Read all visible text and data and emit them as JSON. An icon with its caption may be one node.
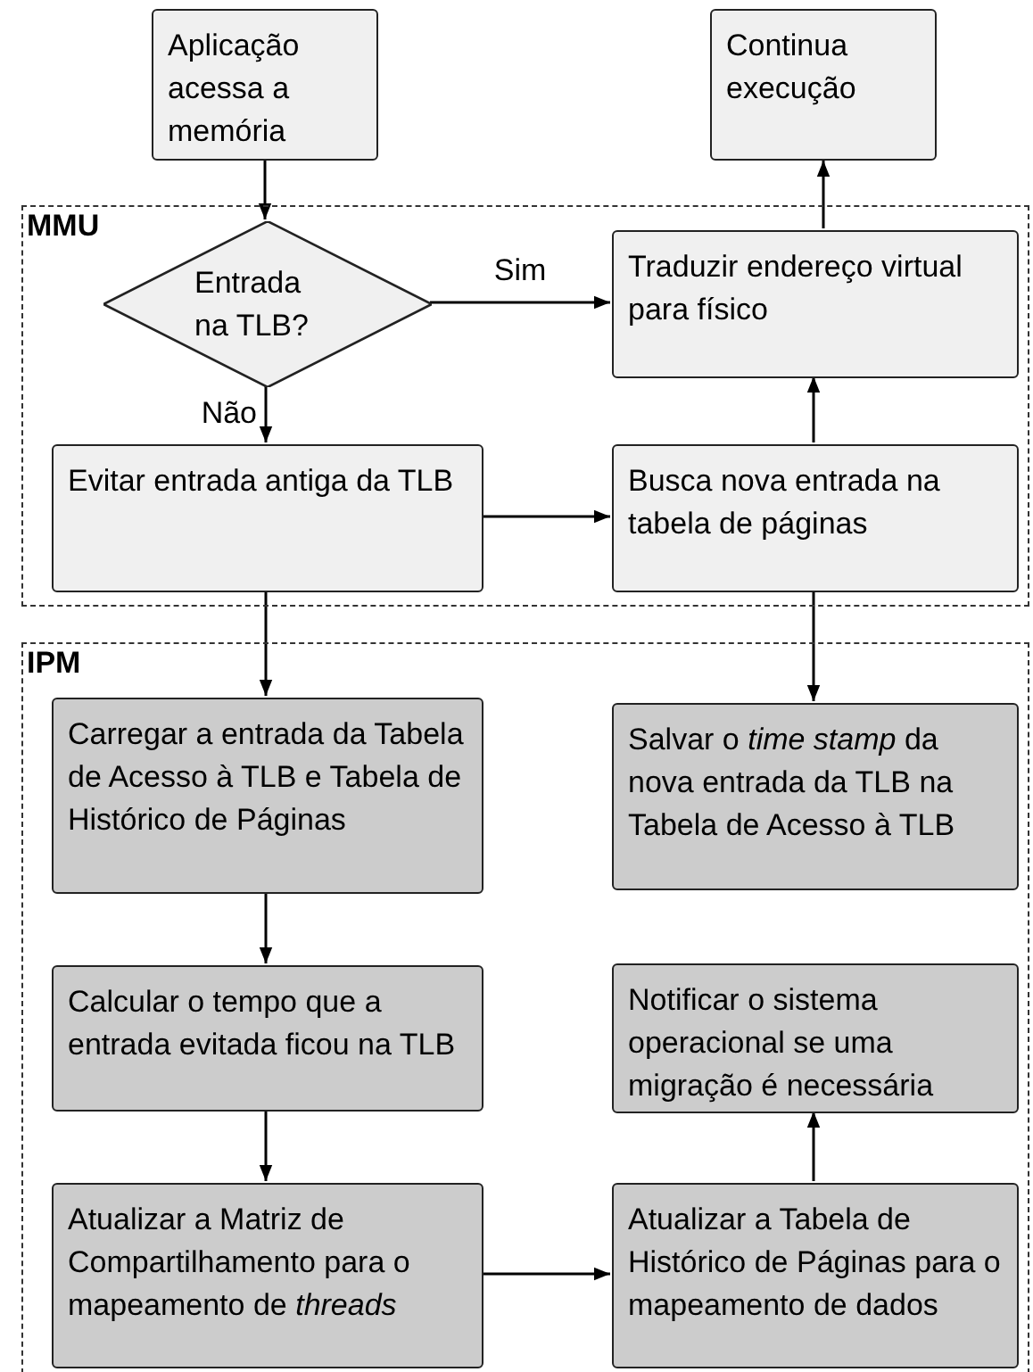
{
  "diagram": {
    "nodes": [
      {
        "text": [
          "Aplicação acessa a memória"
        ]
      },
      {
        "text": [
          "Continua execução"
        ]
      },
      {
        "text": [
          "MMU"
        ]
      },
      {
        "text": [
          "Entrada na TLB?"
        ],
        "in": 2
      },
      {
        "text": [
          "Traduzir endereço virtual para físico"
        ],
        "in": 2
      },
      {
        "text": [
          "Evitar entrada antiga da TLB"
        ],
        "in": 2
      },
      {
        "text": [
          "Busca nova entrada na tabela de páginas"
        ],
        "in": 2
      },
      {
        "text": [
          "IPM"
        ]
      },
      {
        "text": [
          "Carregar a entrada da Tabela de Acesso à TLB e Tabela de Histórico de Páginas"
        ],
        "in": 7
      },
      {
        "text": [
          "Salvar o *time stamp* da nova entrada da TLB na Tabela de Acesso à TLB"
        ],
        "in": 7
      },
      {
        "text": [
          "Calcular o tempo que a entrada evitada ficou na TLB"
        ],
        "in": 7
      },
      {
        "text": [
          "Notificar o sistema operacional se uma migração é necessária"
        ],
        "in": 7
      },
      {
        "text": [
          "Atualizar a Matriz de Compartilhamento para o mapeamento de *threads*"
        ],
        "in": 7
      },
      {
        "text": [
          "Atualizar a Tabela de Histórico de Páginas para o mapeamento de dados"
        ],
        "in": 7
      }
    ],
    "edges": [
      {
        "from": 0,
        "to": 3,
        "arrow": "to"
      },
      {
        "from": 3,
        "to": 4,
        "arrow": "to",
        "label": "Sim"
      },
      {
        "from": 3,
        "to": 5,
        "arrow": "to",
        "label": "Não"
      },
      {
        "from": 5,
        "to": 6,
        "arrow": "to"
      },
      {
        "from": 6,
        "to": 4,
        "arrow": "to"
      },
      {
        "from": 4,
        "to": 1,
        "arrow": "to"
      },
      {
        "from": 5,
        "to": 8,
        "arrow": "to"
      },
      {
        "from": 6,
        "to": 9,
        "arrow": "to"
      },
      {
        "from": 8,
        "to": 10,
        "arrow": "to"
      },
      {
        "from": 10,
        "to": 12,
        "arrow": "to"
      },
      {
        "from": 12,
        "to": 13,
        "arrow": "to"
      },
      {
        "from": 13,
        "to": 11,
        "arrow": "to"
      }
    ]
  }
}
